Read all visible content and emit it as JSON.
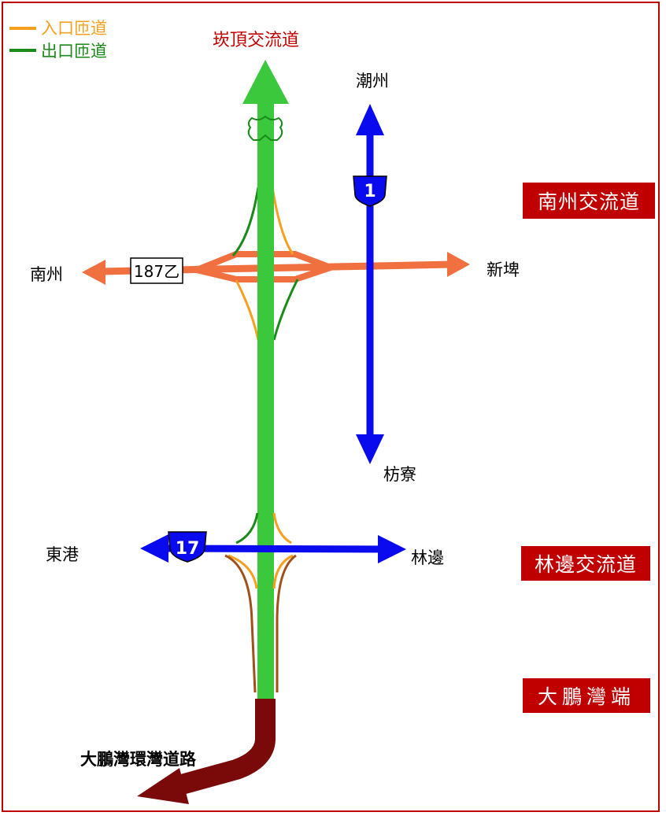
{
  "legend": {
    "entry_ramp": "入口匝道",
    "exit_ramp": "出口匝道"
  },
  "colors": {
    "entry_ramp": "#f5a020",
    "exit_ramp": "#1a8a1a",
    "freeway": "#3cc83c",
    "provincial": "#0a0aee",
    "county_road": "#f07040",
    "coastal_road": "#7a0a0a",
    "brown_ramp": "#a0501a",
    "frame": "#c00000"
  },
  "top_label": "崁頂交流道",
  "routes": {
    "route1_badge": "1",
    "route17_badge": "17",
    "route187_badge": "187乙"
  },
  "places": {
    "chaozhou": "潮州",
    "fangliao": "枋寮",
    "nanzhou": "南州",
    "xinpi": "新埤",
    "donggang": "東港",
    "linbian": "林邊",
    "coastal_road": "大鵬灣環灣道路"
  },
  "interchanges": {
    "nanzhou": "南州交流道",
    "linbian": "林邊交流道",
    "dapeng_end": "大鵬灣端"
  }
}
